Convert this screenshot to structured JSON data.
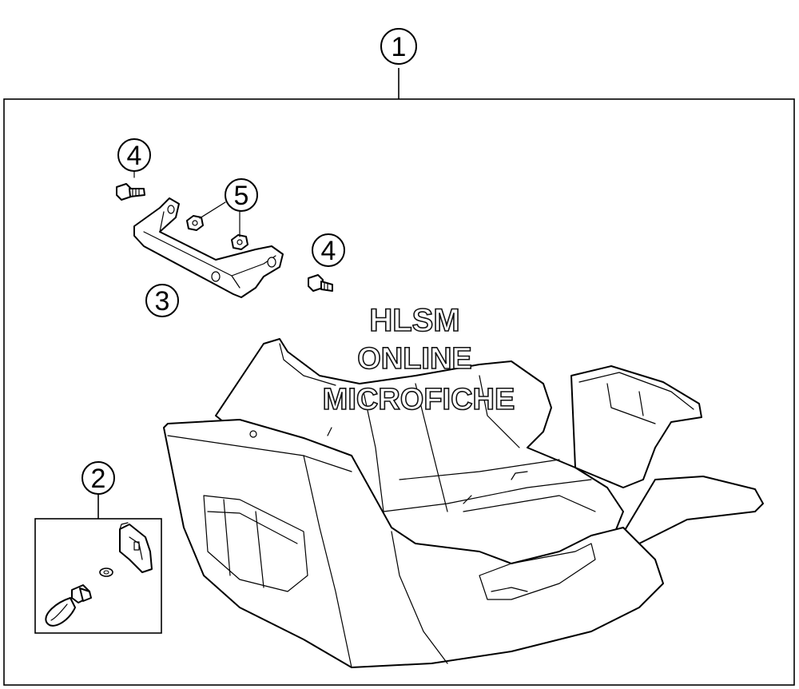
{
  "callouts": [
    {
      "label": "1",
      "part": "skid-plate-assembly"
    },
    {
      "label": "2",
      "part": "quick-release-fastener-kit"
    },
    {
      "label": "3",
      "part": "mounting-bracket"
    },
    {
      "label": "4",
      "part": "bolt"
    },
    {
      "label": "5",
      "part": "nut"
    }
  ],
  "watermark": {
    "line1": "HLSM",
    "line2": "ONLINE",
    "line3": "MICROFICHE"
  }
}
